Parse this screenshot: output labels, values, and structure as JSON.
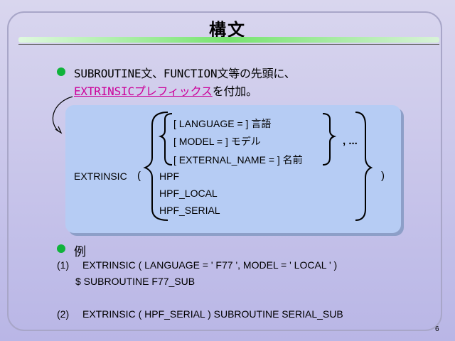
{
  "slide": {
    "title": "構文",
    "page_number": "6"
  },
  "bullet1": {
    "line1": "SUBROUTINE文、FUNCTION文等の先頭に、",
    "link_text": "EXTRINSICプレフィックス",
    "line2_suffix": "を付加。"
  },
  "syntax": {
    "keyword": "EXTRINSIC",
    "open_paren": "(",
    "close_paren": ")",
    "options": [
      "[ LANGUAGE = ] 言語",
      "[ MODEL = ] モデル",
      "[ EXTERNAL_NAME = ] 名前"
    ],
    "separator": ", ...",
    "alternatives": [
      "HPF",
      "HPF_LOCAL",
      "HPF_SERIAL"
    ]
  },
  "bullet2": {
    "label": "例"
  },
  "examples": [
    {
      "number": "(1)",
      "code": "EXTRINSIC ( LANGUAGE = ' F77 ', MODEL = ' LOCAL ' )"
    },
    {
      "number": "",
      "code": "$   SUBROUTINE  F77_SUB"
    },
    {
      "number": "(2)",
      "code": "EXTRINSIC ( HPF_SERIAL )  SUBROUTINE  SERIAL_SUB"
    }
  ],
  "colors": {
    "bullet": "#10b33b",
    "link": "#cc0099",
    "box": "#b6ccf4"
  }
}
